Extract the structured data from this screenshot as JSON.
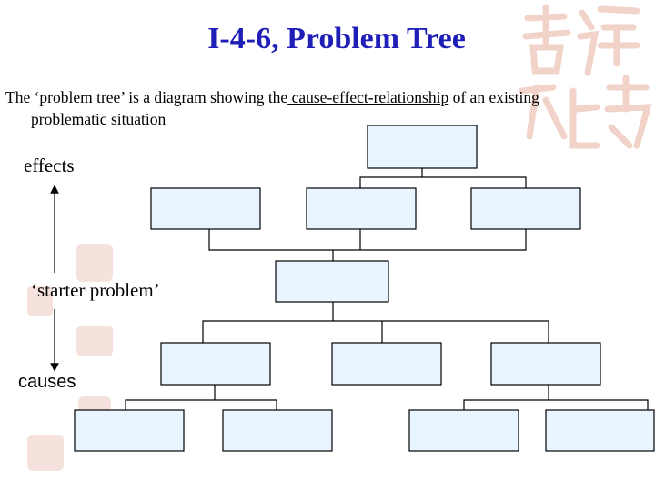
{
  "title": "I-4-6, Problem Tree",
  "intro": {
    "before": "The ‘problem tree’ is a diagram showing the",
    "underlined": " cause-effect-relationship",
    "after": " of an existing",
    "line2": "problematic situation"
  },
  "labels": {
    "effects": "effects",
    "starter": "‘starter problem’",
    "causes": "causes"
  },
  "colors": {
    "title": "#1f1fb8",
    "box_fill": "#e8f4ff",
    "watermark": "#f4ddd6"
  }
}
